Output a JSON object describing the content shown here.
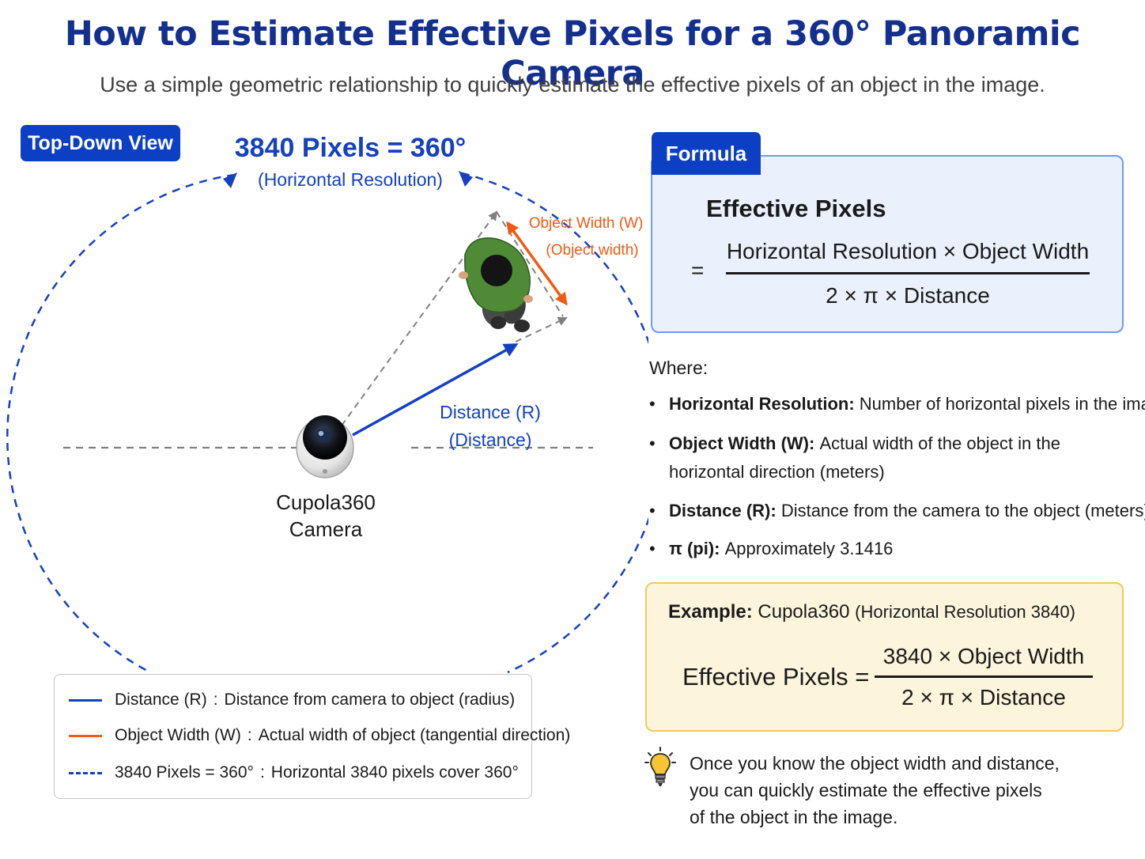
{
  "page": {
    "title": "How to Estimate Effective Pixels for a 360° Panoramic Camera",
    "subtitle": "Use a simple geometric relationship to quickly estimate the effective pixels of an object in the image."
  },
  "diagram": {
    "tag": "Top-Down View",
    "resolution_label": "3840 Pixels = 360°",
    "resolution_sublabel": "(Horizontal Resolution)",
    "object_width_label": "Object Width (W)",
    "object_width_sublabel": "(Object width)",
    "distance_label": "Distance (R)",
    "distance_sublabel": "(Distance)",
    "camera_label_line1": "Cupola360",
    "camera_label_line2": "Camera",
    "colors": {
      "distance": "#1540c0",
      "object_width": "#f05a14",
      "circle": "#1540c0",
      "guide": "#808080"
    }
  },
  "legend": {
    "items": [
      {
        "term": "Distance (R)",
        "sep": ":",
        "desc": "Distance from camera to object (radius)",
        "style": "solid-blue"
      },
      {
        "term": "Object Width (W)",
        "sep": ":",
        "desc": "Actual width of object (tangential direction)",
        "style": "solid-orange"
      },
      {
        "term": "3840 Pixels = 360°",
        "sep": ":",
        "desc": "Horizontal 3840 pixels cover 360°",
        "style": "dashed-blue"
      }
    ]
  },
  "formula": {
    "tag": "Formula",
    "title": "Effective Pixels",
    "equals": "=",
    "numerator": "Horizontal Resolution × Object Width",
    "denominator": "2 × π × Distance"
  },
  "where": {
    "heading": "Where:",
    "items": [
      {
        "term": "Horizontal Resolution:",
        "desc": "Number of horizontal pixels in the image",
        "desc2": ""
      },
      {
        "term": "Object Width (W):",
        "desc": "Actual width of the object in the",
        "desc2": "horizontal direction (meters)"
      },
      {
        "term": "Distance (R):",
        "desc": "Distance from the camera to the object (meters)",
        "desc2": ""
      },
      {
        "term": "π (pi):",
        "desc": "Approximately 3.1416",
        "desc2": ""
      }
    ]
  },
  "example": {
    "label": "Example:",
    "camera": "Cupola360",
    "note": "(Horizontal Resolution 3840)",
    "lhs": "Effective Pixels =",
    "numerator": "3840 × Object Width",
    "denominator": "2 × π × Distance"
  },
  "tip": {
    "icon": "lightbulb-icon",
    "lines": [
      "Once you know the object width and distance,",
      "you can quickly estimate the effective pixels",
      "of the object in the image."
    ]
  }
}
